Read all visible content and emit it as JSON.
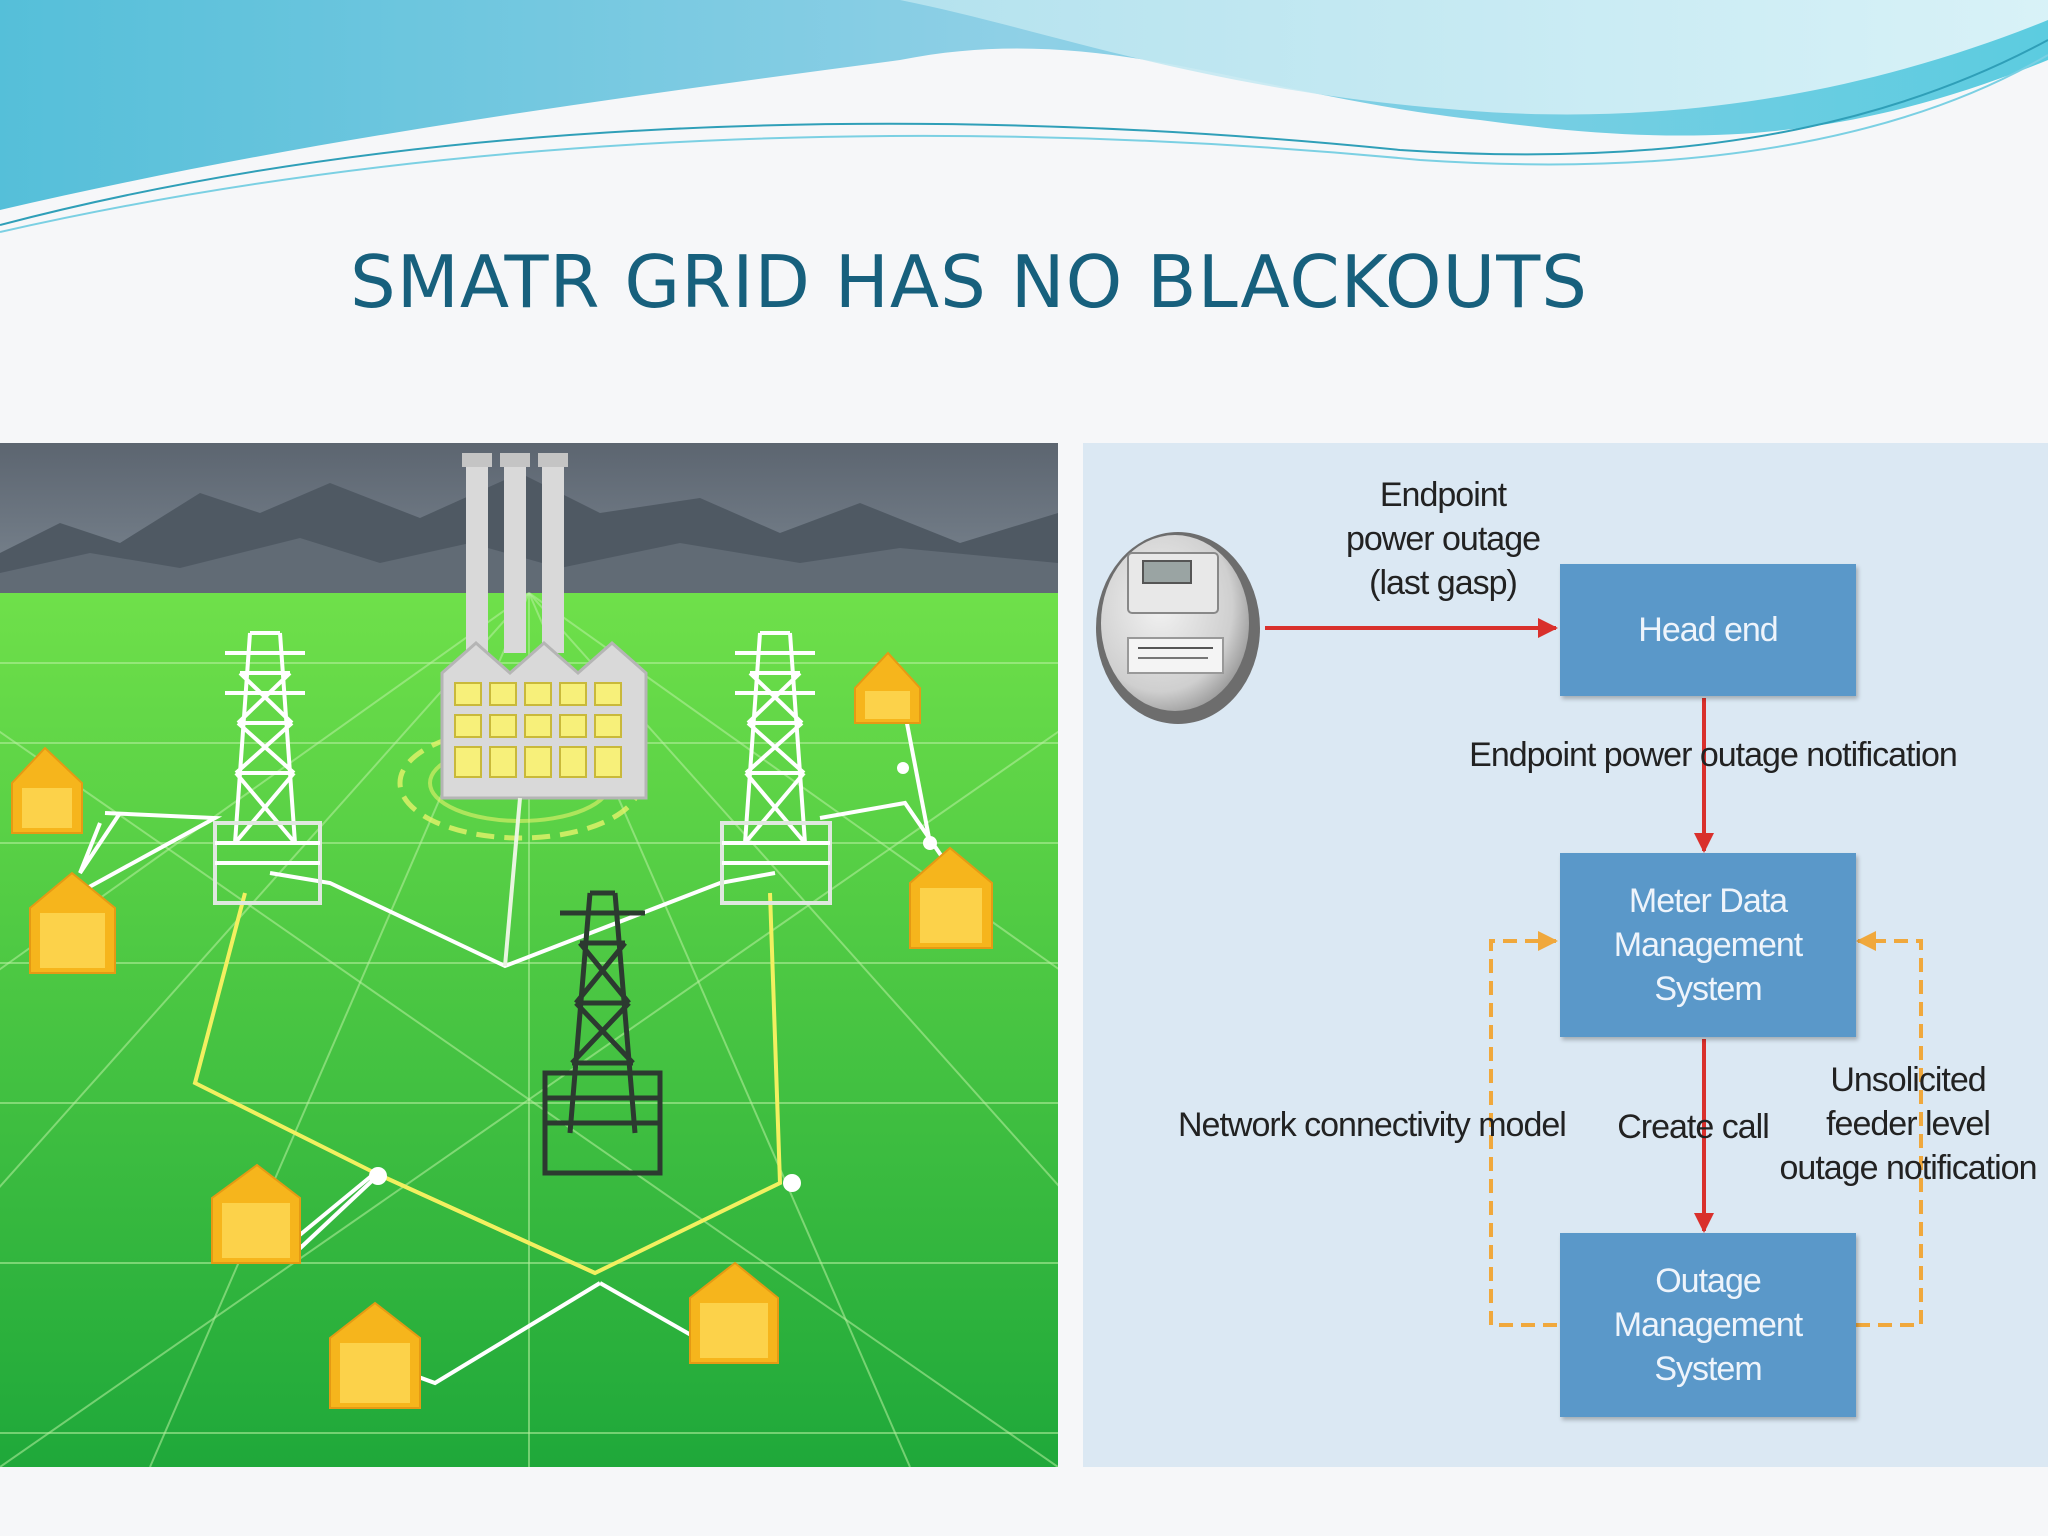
{
  "slide": {
    "title": "SMATR GRID HAS NO BLACKOUTS"
  },
  "diagram": {
    "boxes": {
      "head_end": "Head end",
      "mdms": "Meter Data\nManagement\nSystem",
      "oms": "Outage\nManagement\nSystem"
    },
    "labels": {
      "endpoint_outage": "Endpoint\npower outage\n(last gasp)",
      "notification": "Endpoint power outage notification",
      "network_model": "Network connectivity model",
      "create_call": "Create call",
      "unsolicited": "Unsolicited\nfeeder level\noutage notification"
    }
  },
  "colors": {
    "title": "#17607d",
    "box_fill": "#5a98c9",
    "diagram_bg": "#dbe8f3",
    "red_arrow": "#d9302c",
    "dashed_arrow": "#f0a83c",
    "grass": "#3dbd3a",
    "house": "#f6b51c"
  }
}
